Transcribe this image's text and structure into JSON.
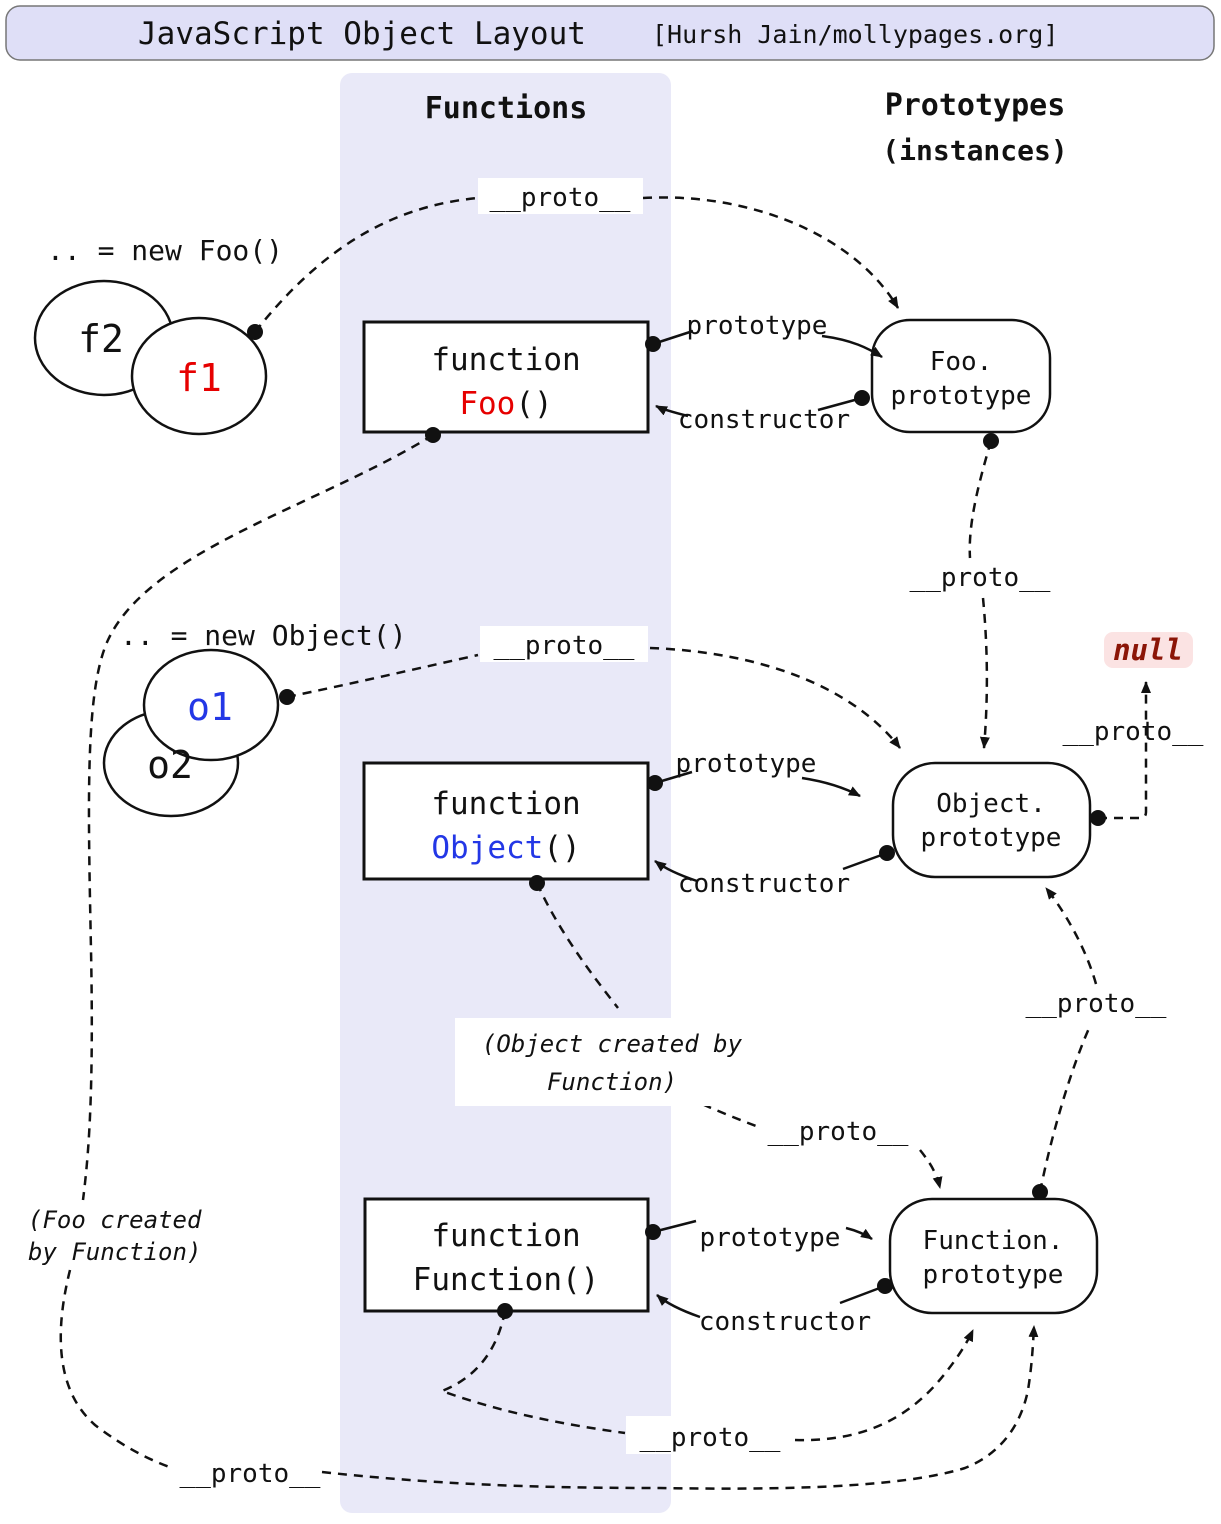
{
  "title": {
    "main": "JavaScript Object Layout",
    "credit": "[Hursh Jain/mollypages.org]"
  },
  "headers": {
    "functions": "Functions",
    "prototypes": "Prototypes",
    "instances": "(instances)"
  },
  "labels": {
    "proto": "__proto__",
    "prototype": "prototype",
    "constructor": "constructor"
  },
  "annotations": {
    "new_foo": ".. = new Foo()",
    "new_object": ".. = new Object()",
    "note_object_line1": "(Object created by",
    "note_object_line2": "Function)",
    "note_foo_line1": "(Foo created",
    "note_foo_line2": "by Function)",
    "null_value": "null"
  },
  "function_boxes": {
    "foo": {
      "line1": "function",
      "name": "Foo",
      "suffix": "()"
    },
    "object": {
      "line1": "function",
      "name": "Object",
      "suffix": "()"
    },
    "function": {
      "line1": "function",
      "name": "Function",
      "suffix": "()"
    }
  },
  "prototype_boxes": {
    "foo": {
      "line1": "Foo.",
      "line2": "prototype"
    },
    "object": {
      "line1": "Object.",
      "line2": "prototype"
    },
    "function": {
      "line1": "Function.",
      "line2": "prototype"
    }
  },
  "instances": {
    "f1": "f1",
    "f2": "f2",
    "o1": "o1",
    "o2": "o2"
  },
  "colors": {
    "accent_red": "#e60000",
    "accent_blue": "#2337e6",
    "band": "#e9e9f8",
    "title_bg": "#dfdff7",
    "null_bg": "#fbe3e3",
    "null_text": "#8b1507"
  }
}
